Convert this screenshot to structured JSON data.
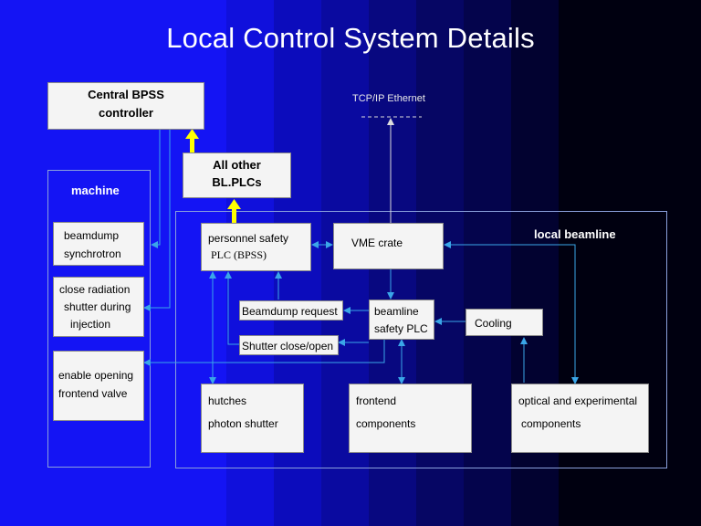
{
  "title": "Local Control System Details",
  "colors": {
    "background_gradient": [
      "#1414f4",
      "#1010dc",
      "#0c0cbc",
      "#0a0aa0",
      "#080880",
      "#060664",
      "#04044c",
      "#020230",
      "#000010"
    ],
    "box_fill": "#f4f4f4",
    "arrow_blue": "#3aa6e8",
    "arrow_yellow": "#ffff00",
    "frame_line": "#8aa0dc"
  },
  "groups": {
    "machine": "machine",
    "local_beamline": "local beamline"
  },
  "network": {
    "label": "TCP/IP Ethernet"
  },
  "boxes": {
    "central_bpss": [
      "Central BPSS",
      "controller"
    ],
    "all_other": [
      "All other",
      "BL.PLCs"
    ],
    "beamdump_sync": [
      "beamdump",
      "synchrotron"
    ],
    "close_radiation": [
      "close radiation",
      "shutter during",
      "injection"
    ],
    "enable_opening": [
      "enable opening",
      "frontend valve"
    ],
    "personnel_plc": [
      "personnel safety",
      "PLC (BPSS)"
    ],
    "vme_crate": "VME crate",
    "beamdump_request": "Beamdump request",
    "beamline_plc": [
      "beamline",
      "safety PLC"
    ],
    "cooling": "Cooling",
    "shutter_close": "Shutter close/open",
    "hutches": [
      "hutches",
      "photon shutter"
    ],
    "frontend": [
      "frontend",
      "components"
    ],
    "optical": [
      "optical and experimental",
      "components"
    ]
  }
}
